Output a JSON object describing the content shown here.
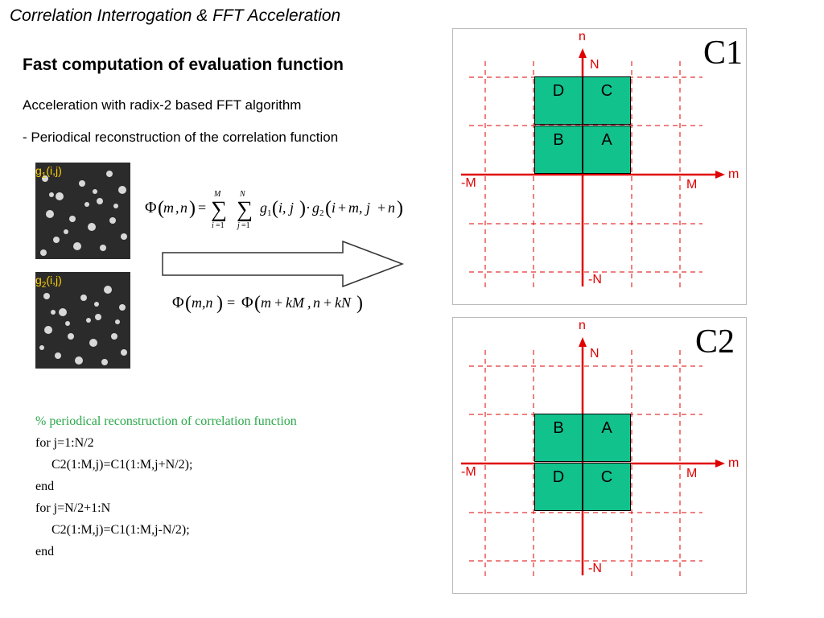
{
  "title": "Correlation Interrogation & FFT Acceleration",
  "subtitle": "Fast computation of evaluation function",
  "bullets": [
    "Acceleration with radix-2 based FFT algorithm",
    "- Periodical reconstruction of the correlation function"
  ],
  "images": [
    {
      "label_main": "g",
      "label_sub": "1",
      "label_args": "(i,j)"
    },
    {
      "label_main": "g",
      "label_sub": "2",
      "label_args": "(i,j)"
    }
  ],
  "equations": {
    "correlation": "Φ(m,n) = Σ_{i=1}^{M} Σ_{j=1}^{N} g1(i,j) · g2(i+m, j+n)",
    "periodic": "Φ(m,n) = Φ(m + kM, n + kN)"
  },
  "code": {
    "comment": "% periodical reconstruction of correlation function",
    "lines": [
      "for j=1:N/2",
      "C2(1:M,j)=C1(1:M,j+N/2);",
      "end",
      "for j=N/2+1:N",
      "C2(1:M,j)=C1(1:M,j-N/2);",
      "end"
    ]
  },
  "panels": [
    {
      "label": "C1",
      "axis": {
        "n": "n",
        "N": "N",
        "m": "m",
        "M": "M",
        "negM": "-M",
        "negN": "-N"
      },
      "quadrants": {
        "top_left": "D",
        "top_right": "C",
        "bottom_left": "B",
        "bottom_right": "A"
      }
    },
    {
      "label": "C2",
      "axis": {
        "n": "n",
        "N": "N",
        "m": "m",
        "M": "M",
        "negM": "-M",
        "negN": "-N"
      },
      "quadrants": {
        "top_left": "B",
        "top_right": "A",
        "bottom_left": "D",
        "bottom_right": "C"
      }
    }
  ],
  "colors": {
    "axis": "#e00000",
    "quadrant_fill": "#12c28c",
    "comment": "#2aa84a",
    "image_label": "#ffd000"
  }
}
